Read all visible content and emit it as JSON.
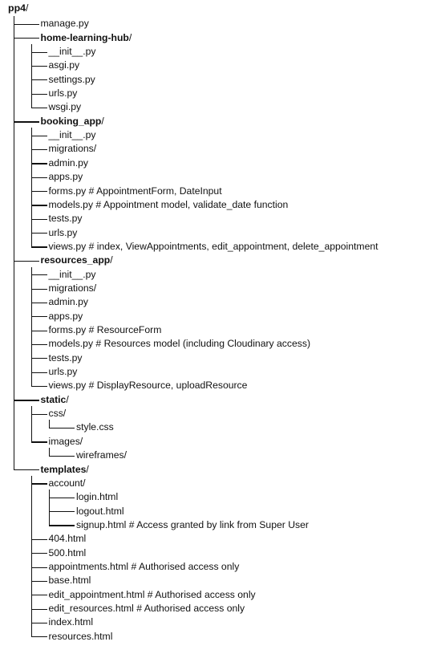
{
  "tree": {
    "root": {
      "name": "pp4",
      "sep": "/"
    },
    "entries": [
      {
        "depth": 1,
        "name": "manage.py",
        "last": false,
        "dir": false
      },
      {
        "depth": 1,
        "name": "home-learning-hub",
        "dir": true,
        "last": false
      },
      {
        "depth": 2,
        "name": "__init__.py",
        "last": false,
        "dir": false
      },
      {
        "depth": 2,
        "name": "asgi.py",
        "last": false,
        "dir": false
      },
      {
        "depth": 2,
        "name": "settings.py",
        "last": false,
        "dir": false
      },
      {
        "depth": 2,
        "name": "urls.py",
        "last": false,
        "dir": false
      },
      {
        "depth": 2,
        "name": "wsgi.py",
        "last": true,
        "dir": false
      },
      {
        "depth": 1,
        "name": "booking_app",
        "dir": true,
        "last": false
      },
      {
        "depth": 2,
        "name": "__init__.py",
        "last": false,
        "dir": false
      },
      {
        "depth": 2,
        "name": "migrations/",
        "last": false,
        "dir": false
      },
      {
        "depth": 2,
        "name": "admin.py",
        "last": false,
        "dir": false
      },
      {
        "depth": 2,
        "name": "apps.py",
        "last": false,
        "dir": false
      },
      {
        "depth": 2,
        "name": "forms.py # AppointmentForm, DateInput",
        "last": false,
        "dir": false
      },
      {
        "depth": 2,
        "name": "models.py # Appointment model, validate_date function",
        "last": false,
        "dir": false
      },
      {
        "depth": 2,
        "name": "tests.py",
        "last": false,
        "dir": false
      },
      {
        "depth": 2,
        "name": "urls.py",
        "last": false,
        "dir": false
      },
      {
        "depth": 2,
        "name": "views.py # index, ViewAppointments, edit_appointment, delete_appointment",
        "last": true,
        "dir": false
      },
      {
        "depth": 1,
        "name": "resources_app",
        "dir": true,
        "last": false
      },
      {
        "depth": 2,
        "name": "__init__.py",
        "last": false,
        "dir": false
      },
      {
        "depth": 2,
        "name": "migrations/",
        "last": false,
        "dir": false
      },
      {
        "depth": 2,
        "name": "admin.py",
        "last": false,
        "dir": false
      },
      {
        "depth": 2,
        "name": "apps.py",
        "last": false,
        "dir": false
      },
      {
        "depth": 2,
        "name": "forms.py # ResourceForm",
        "last": false,
        "dir": false
      },
      {
        "depth": 2,
        "name": "models.py # Resources model (including Cloudinary access)",
        "last": false,
        "dir": false
      },
      {
        "depth": 2,
        "name": "tests.py",
        "last": false,
        "dir": false
      },
      {
        "depth": 2,
        "name": "urls.py",
        "last": false,
        "dir": false
      },
      {
        "depth": 2,
        "name": "views.py # DisplayResource, uploadResource",
        "last": true,
        "dir": false
      },
      {
        "depth": 1,
        "name": "static",
        "dir": true,
        "last": false
      },
      {
        "depth": 2,
        "name": "css/",
        "last": false,
        "dir": false
      },
      {
        "depth": 3,
        "name": "style.css",
        "last": false,
        "dir": false
      },
      {
        "depth": 2,
        "name": "images/",
        "last": false,
        "dir": false
      },
      {
        "depth": 3,
        "name": "wireframes/",
        "last": false,
        "dir": false
      },
      {
        "depth": 1,
        "name": "templates",
        "dir": true,
        "last": true
      },
      {
        "depth": 2,
        "name": "account/",
        "last": false,
        "dir": false
      },
      {
        "depth": 3,
        "name": "login.html",
        "last": false,
        "dir": false
      },
      {
        "depth": 3,
        "name": "logout.html",
        "last": false,
        "dir": false
      },
      {
        "depth": 3,
        "name": "signup.html # Access granted by link from Super User",
        "last": false,
        "dir": false
      },
      {
        "depth": 2,
        "name": "404.html",
        "last": false,
        "dir": false
      },
      {
        "depth": 2,
        "name": "500.html",
        "last": false,
        "dir": false
      },
      {
        "depth": 2,
        "name": "appointments.html # Authorised access only",
        "last": false,
        "dir": false
      },
      {
        "depth": 2,
        "name": "base.html",
        "last": false,
        "dir": false
      },
      {
        "depth": 2,
        "name": "edit_appointment.html # Authorised access only",
        "last": false,
        "dir": false
      },
      {
        "depth": 2,
        "name": "edit_resources.html # Authorised access only",
        "last": false,
        "dir": false
      },
      {
        "depth": 2,
        "name": "index.html",
        "last": false,
        "dir": false
      },
      {
        "depth": 2,
        "name": "resources.html",
        "last": true,
        "dir": false
      }
    ],
    "dir_suffix": "/"
  }
}
